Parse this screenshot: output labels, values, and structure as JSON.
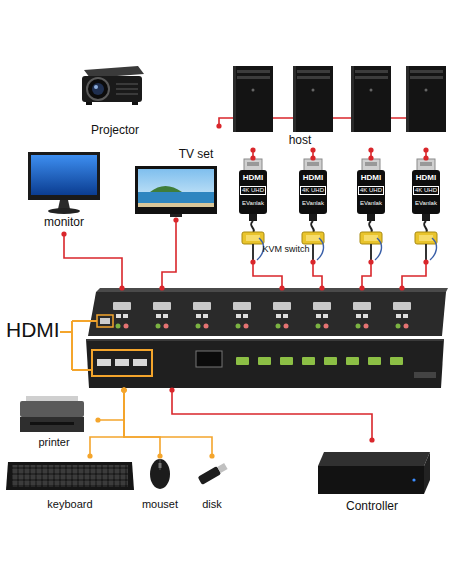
{
  "diagram": {
    "nodes": [
      {
        "text": [
          "Projector"
        ]
      },
      {
        "text": [
          "monitor"
        ]
      },
      {
        "text": [
          "TV set"
        ]
      },
      {
        "text": [
          "host"
        ]
      },
      {
        "text": [
          "HDMI",
          "4K UHD",
          "EVanlak"
        ]
      },
      {
        "text": [
          "HDMI",
          "4K UHD",
          "EVanlak"
        ]
      },
      {
        "text": [
          "HDMI",
          "4K UHD",
          "EVanlak"
        ]
      },
      {
        "text": [
          "HDMI",
          "4K UHD",
          "EVanlak"
        ]
      },
      {
        "text": [
          "KVM switch"
        ]
      },
      {
        "text": [
          "printer"
        ]
      },
      {
        "text": [
          "keyboard"
        ]
      },
      {
        "text": [
          "mouset"
        ]
      },
      {
        "text": [
          "disk"
        ]
      },
      {
        "text": [
          "Controller"
        ]
      }
    ],
    "edges": [
      {
        "from": 1,
        "to": 8,
        "arrow": "none"
      },
      {
        "from": 2,
        "to": 8,
        "arrow": "none"
      },
      {
        "from": 3,
        "to": 4,
        "arrow": "none"
      },
      {
        "from": 3,
        "to": 5,
        "arrow": "none"
      },
      {
        "from": 3,
        "to": 6,
        "arrow": "none"
      },
      {
        "from": 3,
        "to": 7,
        "arrow": "none"
      },
      {
        "from": 4,
        "to": 8,
        "arrow": "none"
      },
      {
        "from": 5,
        "to": 8,
        "arrow": "none"
      },
      {
        "from": 6,
        "to": 8,
        "arrow": "none"
      },
      {
        "from": 7,
        "to": 8,
        "arrow": "none"
      },
      {
        "from": 8,
        "to": 9,
        "arrow": "none"
      },
      {
        "from": 8,
        "to": 10,
        "arrow": "none"
      },
      {
        "from": 8,
        "to": 11,
        "arrow": "none"
      },
      {
        "from": 8,
        "to": 12,
        "arrow": "none"
      },
      {
        "from": 8,
        "to": 13,
        "arrow": "none"
      }
    ],
    "labels": [
      "HDMI"
    ]
  }
}
